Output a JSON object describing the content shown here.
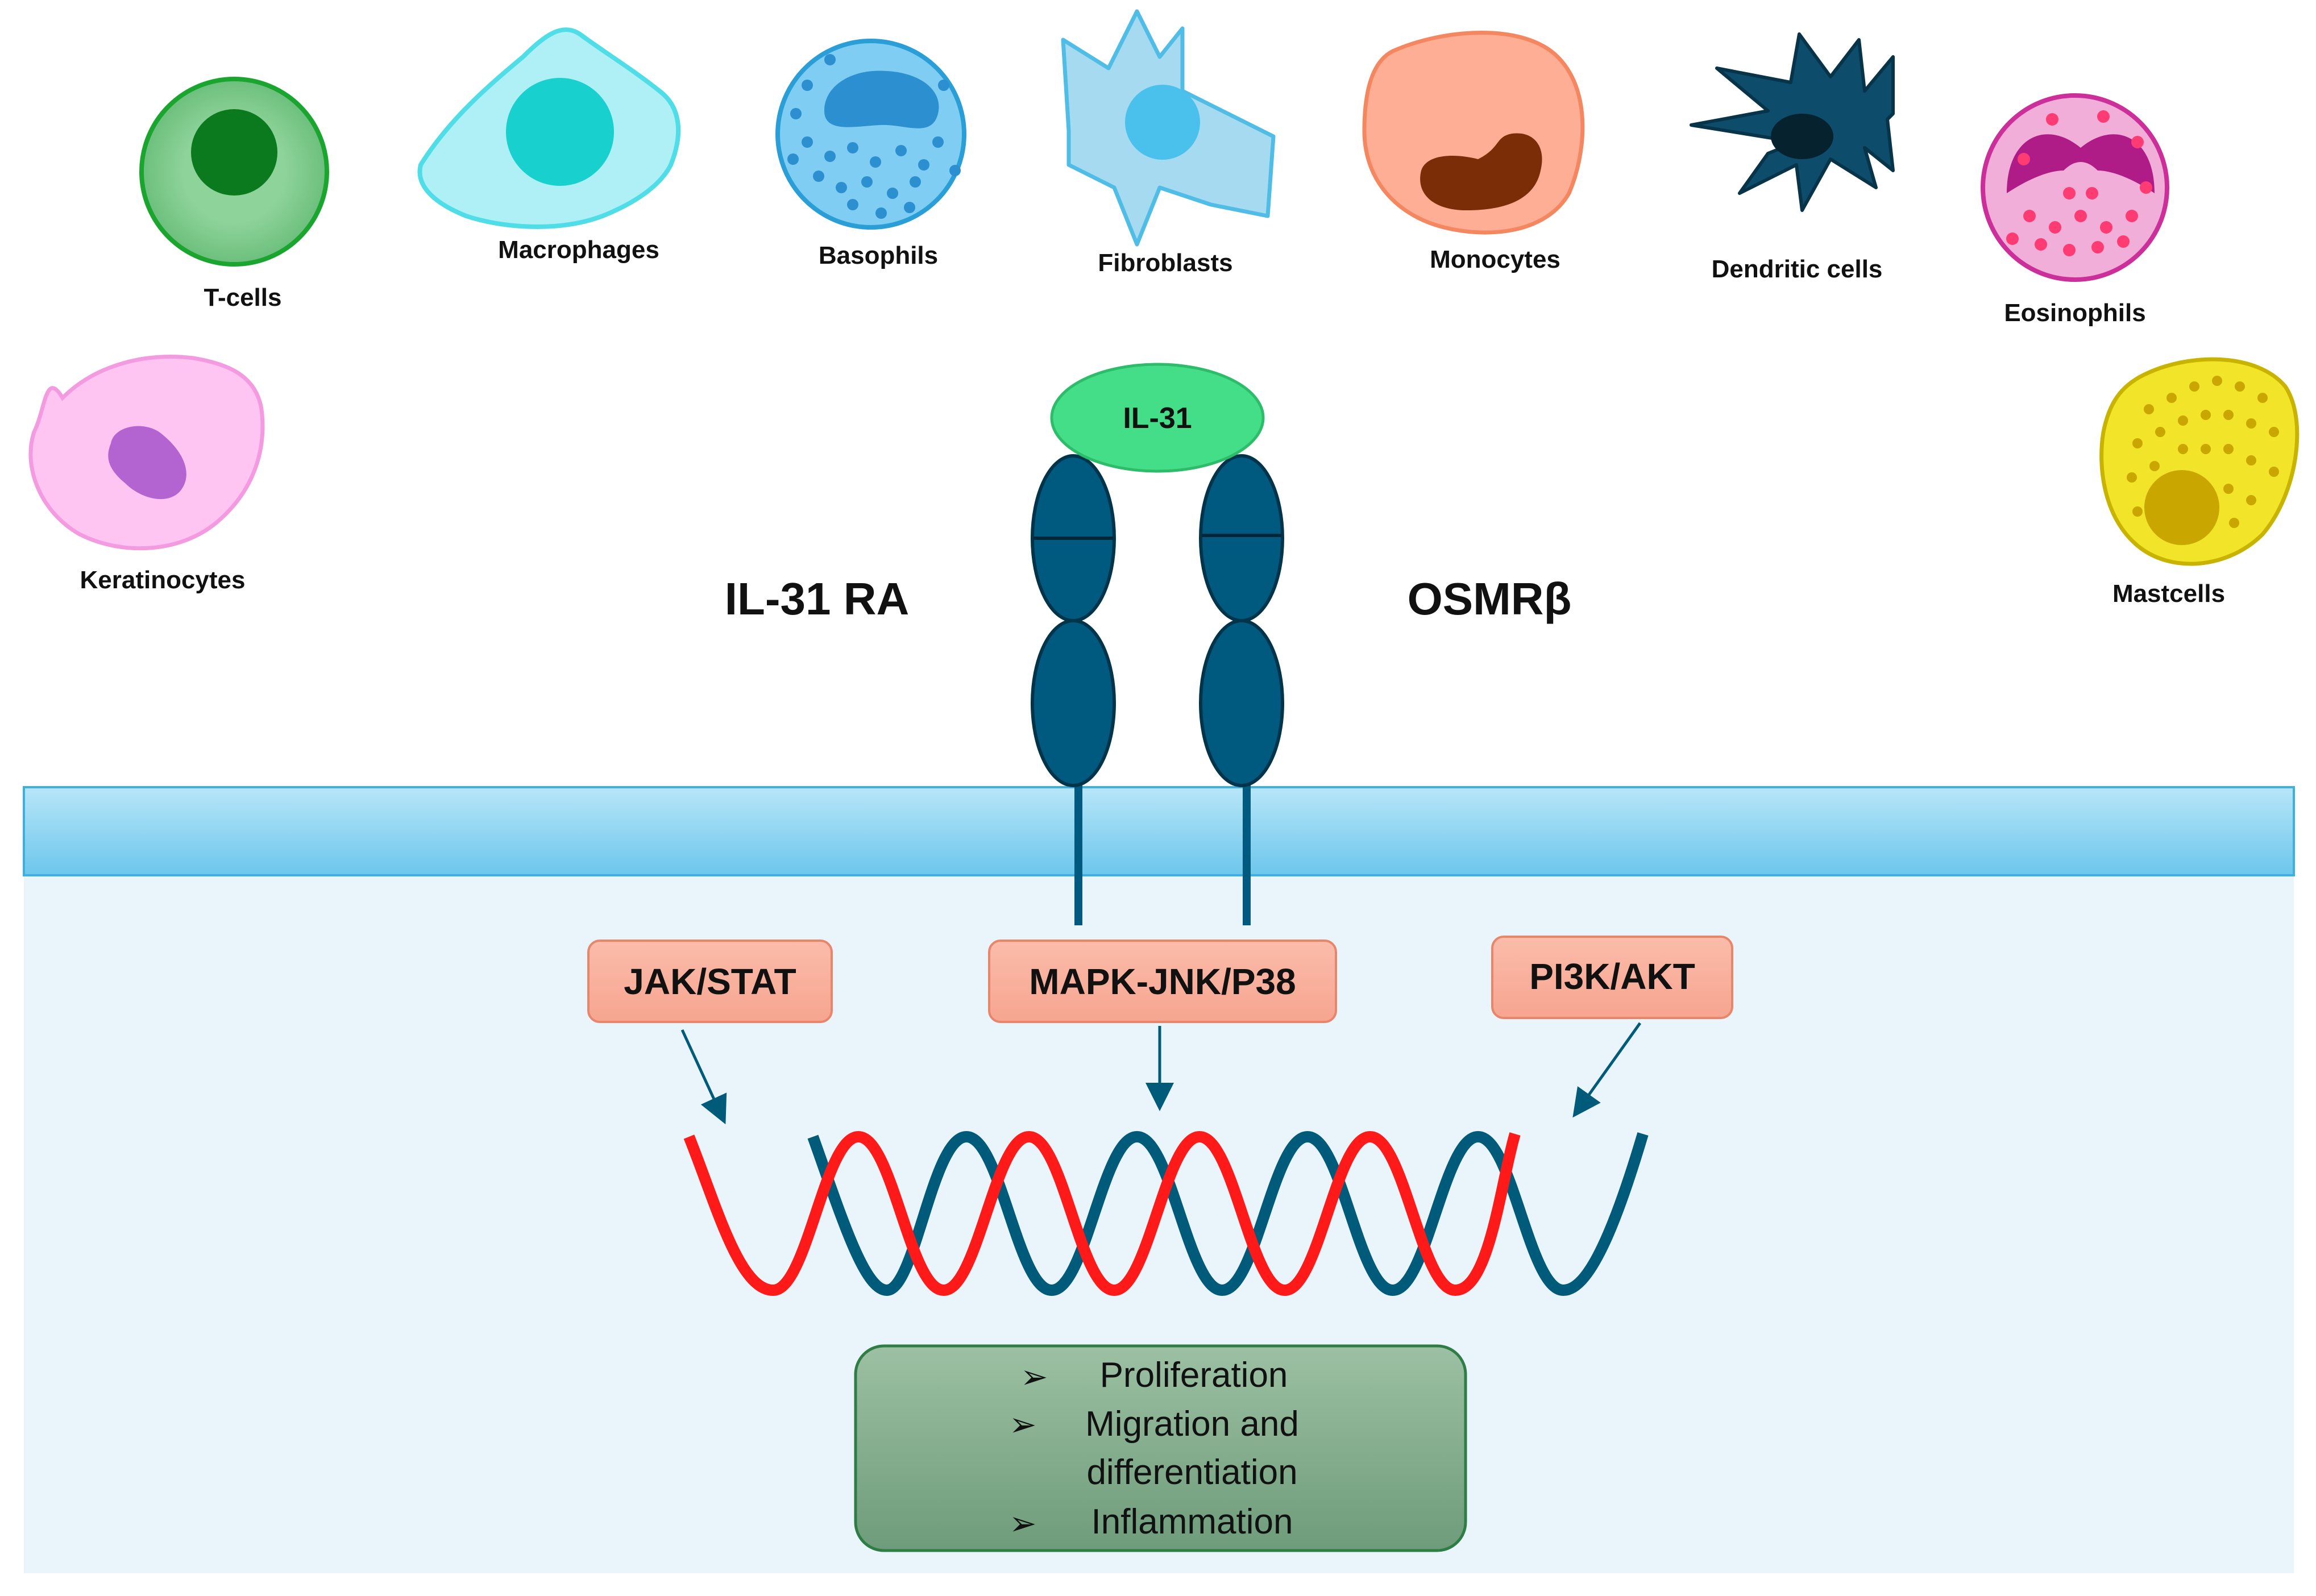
{
  "cells": [
    {
      "id": "t-cells",
      "label": "T-cells"
    },
    {
      "id": "macrophages",
      "label": "Macrophages"
    },
    {
      "id": "basophils",
      "label": "Basophils"
    },
    {
      "id": "fibroblasts",
      "label": "Fibroblasts"
    },
    {
      "id": "monocytes",
      "label": "Monocytes"
    },
    {
      "id": "dendritic-cells",
      "label": "Dendritic cells"
    },
    {
      "id": "eosinophils",
      "label": "Eosinophils"
    },
    {
      "id": "keratinocytes",
      "label": "Keratinocytes"
    },
    {
      "id": "mast-cells",
      "label": "Mastcells"
    }
  ],
  "ligand": {
    "label": "IL-31"
  },
  "receptors": {
    "left": "IL-31 RA",
    "right": "OSMRβ"
  },
  "pathways": [
    "JAK/STAT",
    "MAPK-JNK/P38",
    "PI3K/AKT"
  ],
  "outcomes": {
    "bullet": "➢",
    "items": [
      {
        "lines": [
          "Proliferation"
        ]
      },
      {
        "lines": [
          "Migration and",
          "differentiation"
        ]
      },
      {
        "lines": [
          "Inflammation"
        ]
      }
    ]
  },
  "colors": {
    "membrane": "#8fd3ef",
    "cytoplasm": "#eaf4fb",
    "receptor": "#005a80",
    "ligand": "#44dd88",
    "pathway_box": "#f9b09e",
    "dna_red": "#ff1a1a",
    "dna_blue": "#005a7a",
    "outcome_box": "#7ea888"
  }
}
